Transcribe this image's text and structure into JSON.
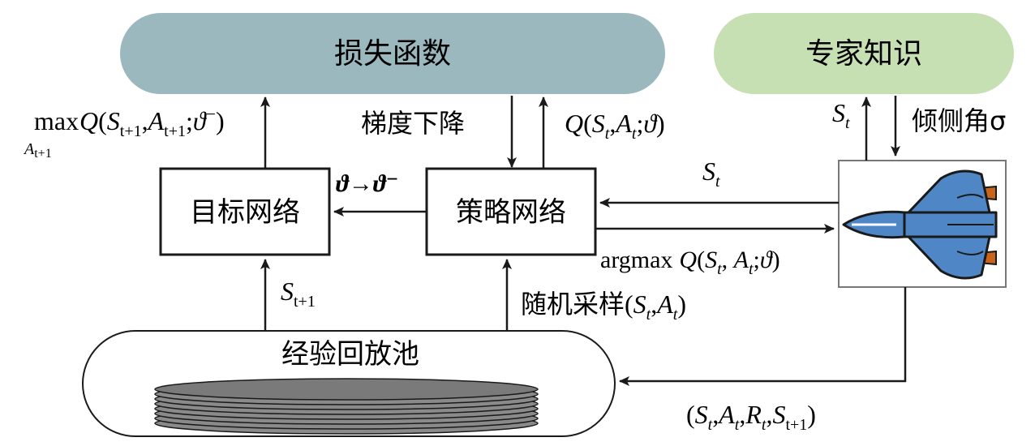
{
  "nodes": {
    "loss_function": "损失函数",
    "expert_knowledge": "专家知识",
    "target_network": "目标网络",
    "policy_network": "策略网络",
    "replay_buffer": "经验回放池"
  },
  "edges": {
    "gradient_descent": "梯度下降",
    "bank_angle": "倾侧角σ",
    "random_sampling": "随机采样",
    "update": "ϑ→ϑ⁻"
  },
  "math": {
    "max": "max",
    "q": "Q",
    "argmax": "argmax",
    "sub_a_t1": "A",
    "sub_a_t1_sub": "t+1"
  },
  "colors": {
    "loss_fill": "#9bb8be",
    "expert_fill": "#c6dfb3",
    "spacecraft_body": "#4f86c6",
    "spacecraft_engine": "#c8651b",
    "buffer_disc": "#8a8a8a"
  }
}
